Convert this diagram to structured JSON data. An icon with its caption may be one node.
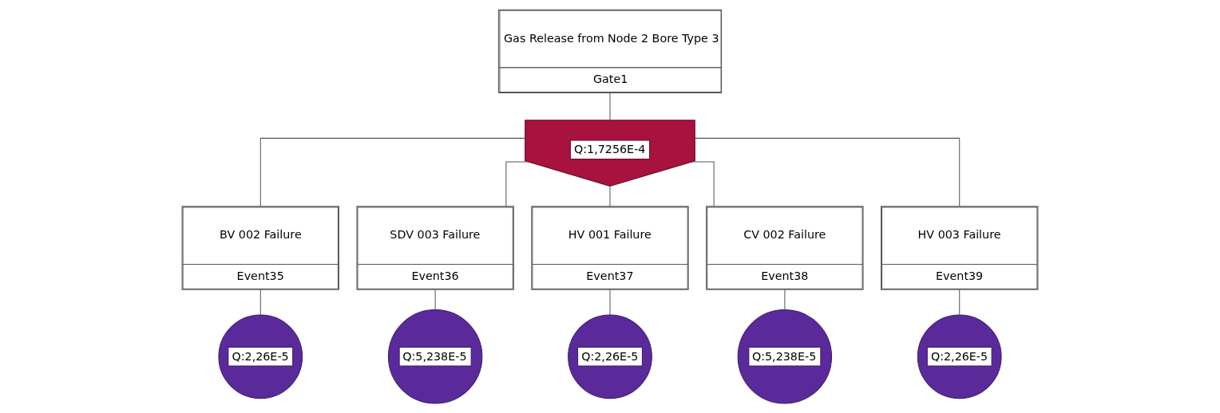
{
  "diagram": {
    "nodes": [
      {
        "text": [
          "Gas Release from Node 2 Bore Type 3",
          "Gate1"
        ]
      },
      {
        "text": [
          "Q:1,7256E-4"
        ]
      },
      {
        "text": [
          "BV 002 Failure",
          "Event35"
        ]
      },
      {
        "text": [
          "SDV 003 Failure",
          "Event36"
        ]
      },
      {
        "text": [
          "HV 001 Failure",
          "Event37"
        ]
      },
      {
        "text": [
          "CV 002 Failure",
          "Event38"
        ]
      },
      {
        "text": [
          "HV 003 Failure",
          "Event39"
        ]
      },
      {
        "text": [
          "Q:2,26E-5"
        ]
      },
      {
        "text": [
          "Q:5,238E-5"
        ]
      },
      {
        "text": [
          "Q:2,26E-5"
        ]
      },
      {
        "text": [
          "Q:5,238E-5"
        ]
      },
      {
        "text": [
          "Q:2,26E-5"
        ]
      }
    ],
    "edges": [
      {
        "from": 0,
        "to": 1,
        "arrow": "none"
      },
      {
        "from": 1,
        "to": 2,
        "arrow": "none"
      },
      {
        "from": 1,
        "to": 3,
        "arrow": "none"
      },
      {
        "from": 1,
        "to": 4,
        "arrow": "none"
      },
      {
        "from": 1,
        "to": 5,
        "arrow": "none"
      },
      {
        "from": 1,
        "to": 6,
        "arrow": "none"
      },
      {
        "from": 2,
        "to": 7,
        "arrow": "none"
      },
      {
        "from": 3,
        "to": 8,
        "arrow": "none"
      },
      {
        "from": 4,
        "to": 9,
        "arrow": "none"
      },
      {
        "from": 5,
        "to": 10,
        "arrow": "none"
      },
      {
        "from": 6,
        "to": 11,
        "arrow": "none"
      }
    ]
  }
}
